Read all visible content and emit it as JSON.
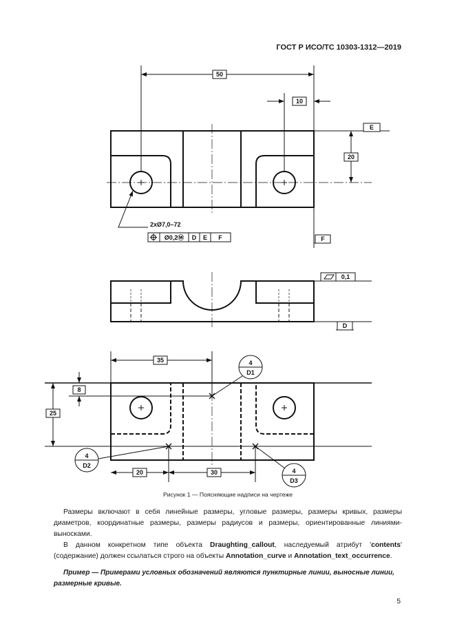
{
  "header": {
    "doc_id": "ГОСТ Р ИСО/ТС 10303-1312—2019"
  },
  "figure": {
    "dims": {
      "d50": "50",
      "d10": "10",
      "d20_vert": "20",
      "d35": "35",
      "d8": "8",
      "d25": "25",
      "d20_bottom": "20",
      "d30": "30"
    },
    "datums": {
      "E": "E",
      "F": "F",
      "D": "D"
    },
    "hole_note": "2xØ7,0–72",
    "position_fcf": {
      "tol": "Ø0,2Ⓜ",
      "ref1": "D",
      "ref2": "E",
      "ref3": "F"
    },
    "flatness_fcf": {
      "tol": "0,1"
    },
    "callouts": [
      {
        "num": "4",
        "id": "D1"
      },
      {
        "num": "4",
        "id": "D2"
      },
      {
        "num": "4",
        "id": "D3"
      }
    ],
    "caption": "Рисунок 1 — Поясняющие надписи на чертеже"
  },
  "body": {
    "p1": "Размеры включают в себя линейные размеры, угловые размеры, размеры кривых, размеры диаметров, координатные размеры, размеры радиусов и размеры, ориентированные линиями-выносками.",
    "p2_a": "В данном конкретном типе объекта ",
    "p2_b": "Draughting_callout",
    "p2_c": ", наследуемый атрибут '",
    "p2_d": "contents",
    "p2_e": "' (содержание) должен ссылаться строго на объекты ",
    "p2_f": "Annotation_curve",
    "p2_g": " и ",
    "p2_h": "Annotation_text_occurrence",
    "p2_i": ".",
    "example": "Пример — Примерами условных обозначений являются пунктирные линии, выносные линии, размерные кривые."
  },
  "page_number": "5"
}
